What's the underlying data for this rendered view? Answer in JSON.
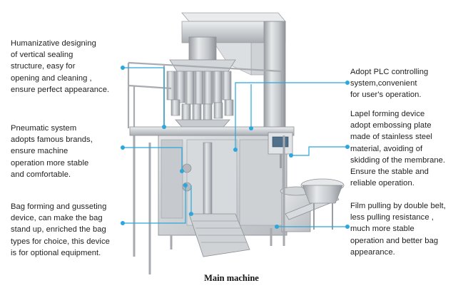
{
  "callouts": {
    "left_1": [
      "Humanizative designing",
      "of vertical sealing",
      "structure, easy for",
      "opening and cleaning ,",
      "ensure perfect appearance."
    ],
    "left_2": [
      "Pneumatic system",
      "adopts famous brands,",
      "ensure machine",
      "operation more stable",
      "and comfortable."
    ],
    "left_3": [
      "Bag forming and gusseting",
      "device, can make the bag",
      "stand up, enriched the bag",
      "types for choice, this device",
      "is for optional equipment."
    ],
    "right_1": [
      "Adopt PLC controlling",
      "system,convenient",
      "for user's operation."
    ],
    "right_2": [
      "Lapel forming device",
      "adopt embossing plate",
      "made of stainless steel",
      "material, avoiding of",
      "skidding of the membrane.",
      "Ensure the stable and",
      "reliable operation."
    ],
    "right_3": [
      "Film pulling by double belt,",
      "less pulling resistance ,",
      "much more stable",
      "operation and better bag",
      "appearance."
    ]
  },
  "caption": "Main machine",
  "colors": {
    "leader": "#2aa7dc",
    "steel_light": "#d9dcdf",
    "steel_mid": "#b7bbbf",
    "steel_dark": "#8d9196",
    "screen": "#4f6f8a"
  }
}
